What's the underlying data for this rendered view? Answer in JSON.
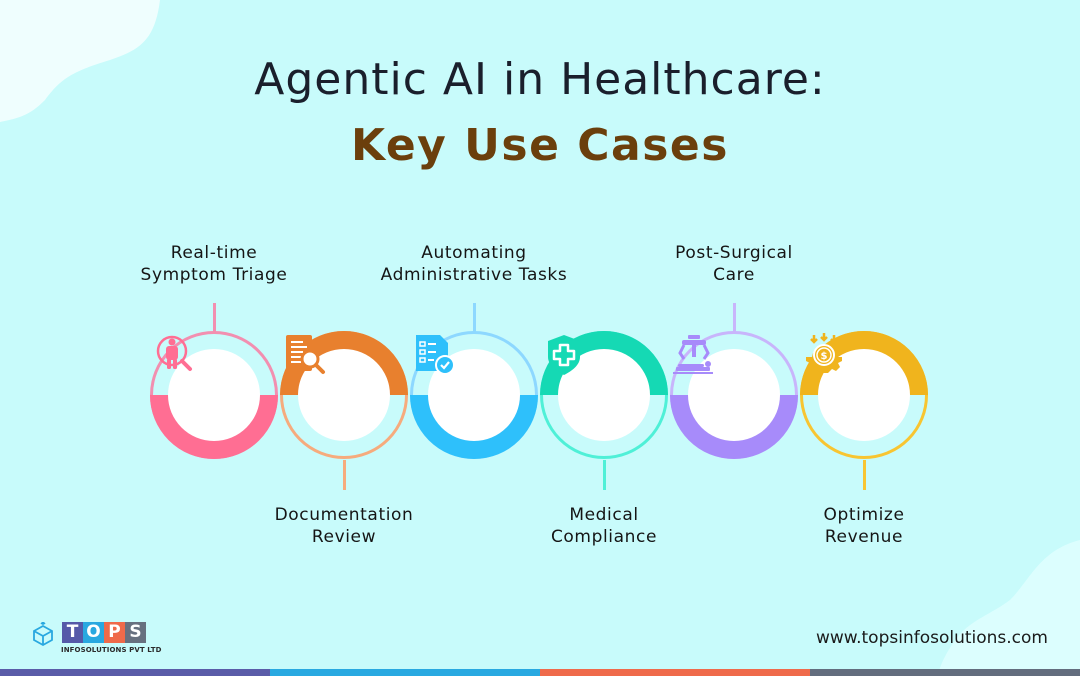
{
  "header": {
    "title_line1": "Agentic AI in Healthcare:",
    "title_line2": "Key Use Cases"
  },
  "use_cases": [
    {
      "label_line1": "Real-time",
      "label_line2": "Symptom Triage",
      "position": "top",
      "icon": "patient-search-icon",
      "color": "#ff6e93",
      "light_color": "#f28fb0"
    },
    {
      "label_line1": "Documentation",
      "label_line2": "Review",
      "position": "bottom",
      "icon": "document-search-icon",
      "color": "#e8802e",
      "light_color": "#f6ab7d"
    },
    {
      "label_line1": "Automating",
      "label_line2": "Administrative Tasks",
      "position": "top",
      "icon": "checklist-approved-icon",
      "color": "#2ec0fb",
      "light_color": "#8dd8ff"
    },
    {
      "label_line1": "Medical",
      "label_line2": "Compliance",
      "position": "bottom",
      "icon": "medical-shield-icon",
      "color": "#15d9b4",
      "light_color": "#4ff0d7"
    },
    {
      "label_line1": "Post-Surgical",
      "label_line2": "Care",
      "position": "top",
      "icon": "robotic-surgery-icon",
      "color": "#a78bfa",
      "light_color": "#c8b5fb"
    },
    {
      "label_line1": "Optimize",
      "label_line2": "Revenue",
      "position": "bottom",
      "icon": "revenue-gear-icon",
      "color": "#f0b41d",
      "light_color": "#f8c531"
    }
  ],
  "footer": {
    "logo_letters": [
      "T",
      "O",
      "P",
      "S"
    ],
    "logo_colors": [
      "#5559a8",
      "#29a8e0",
      "#ef6a4a",
      "#67707f"
    ],
    "logo_subtitle": "INFOSOLUTIONS PVT LTD",
    "website": "www.topsinfosolutions.com",
    "bar_colors": [
      "#5a5ca8",
      "#29a9e1",
      "#ef6a4b",
      "#636d7e"
    ]
  }
}
